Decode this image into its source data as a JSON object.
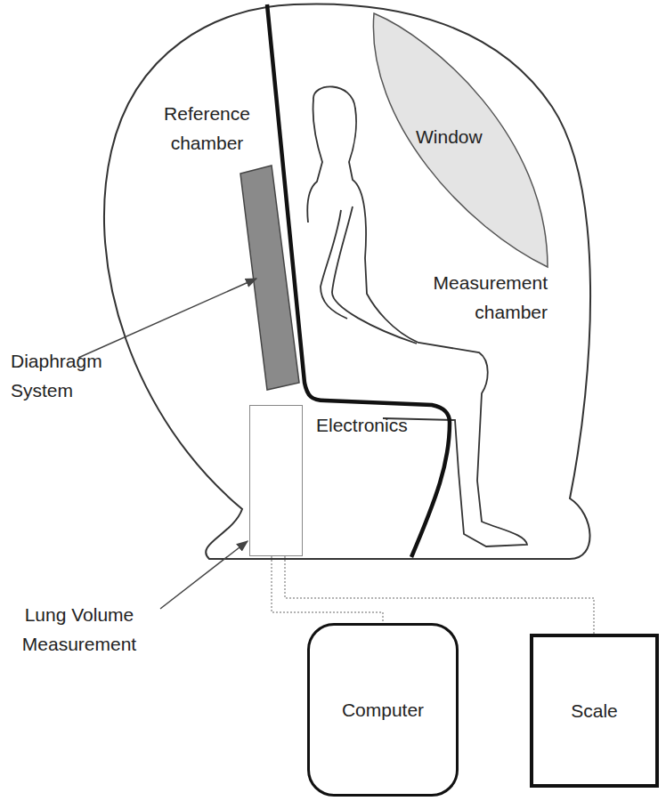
{
  "diagram": {
    "nodes": [
      {
        "text": [
          "Window"
        ]
      },
      {
        "text": [
          "Electronics"
        ]
      },
      {
        "text": [
          "Computer"
        ]
      },
      {
        "text": [
          "Scale"
        ]
      }
    ],
    "edges": [
      {
        "from": 1,
        "to": 2,
        "arrow": "none"
      },
      {
        "from": 1,
        "to": 3,
        "arrow": "none"
      }
    ],
    "labels": [
      "Reference chamber",
      "Measurement chamber",
      "Diaphragm System",
      "Lung Volume Measurement"
    ]
  }
}
